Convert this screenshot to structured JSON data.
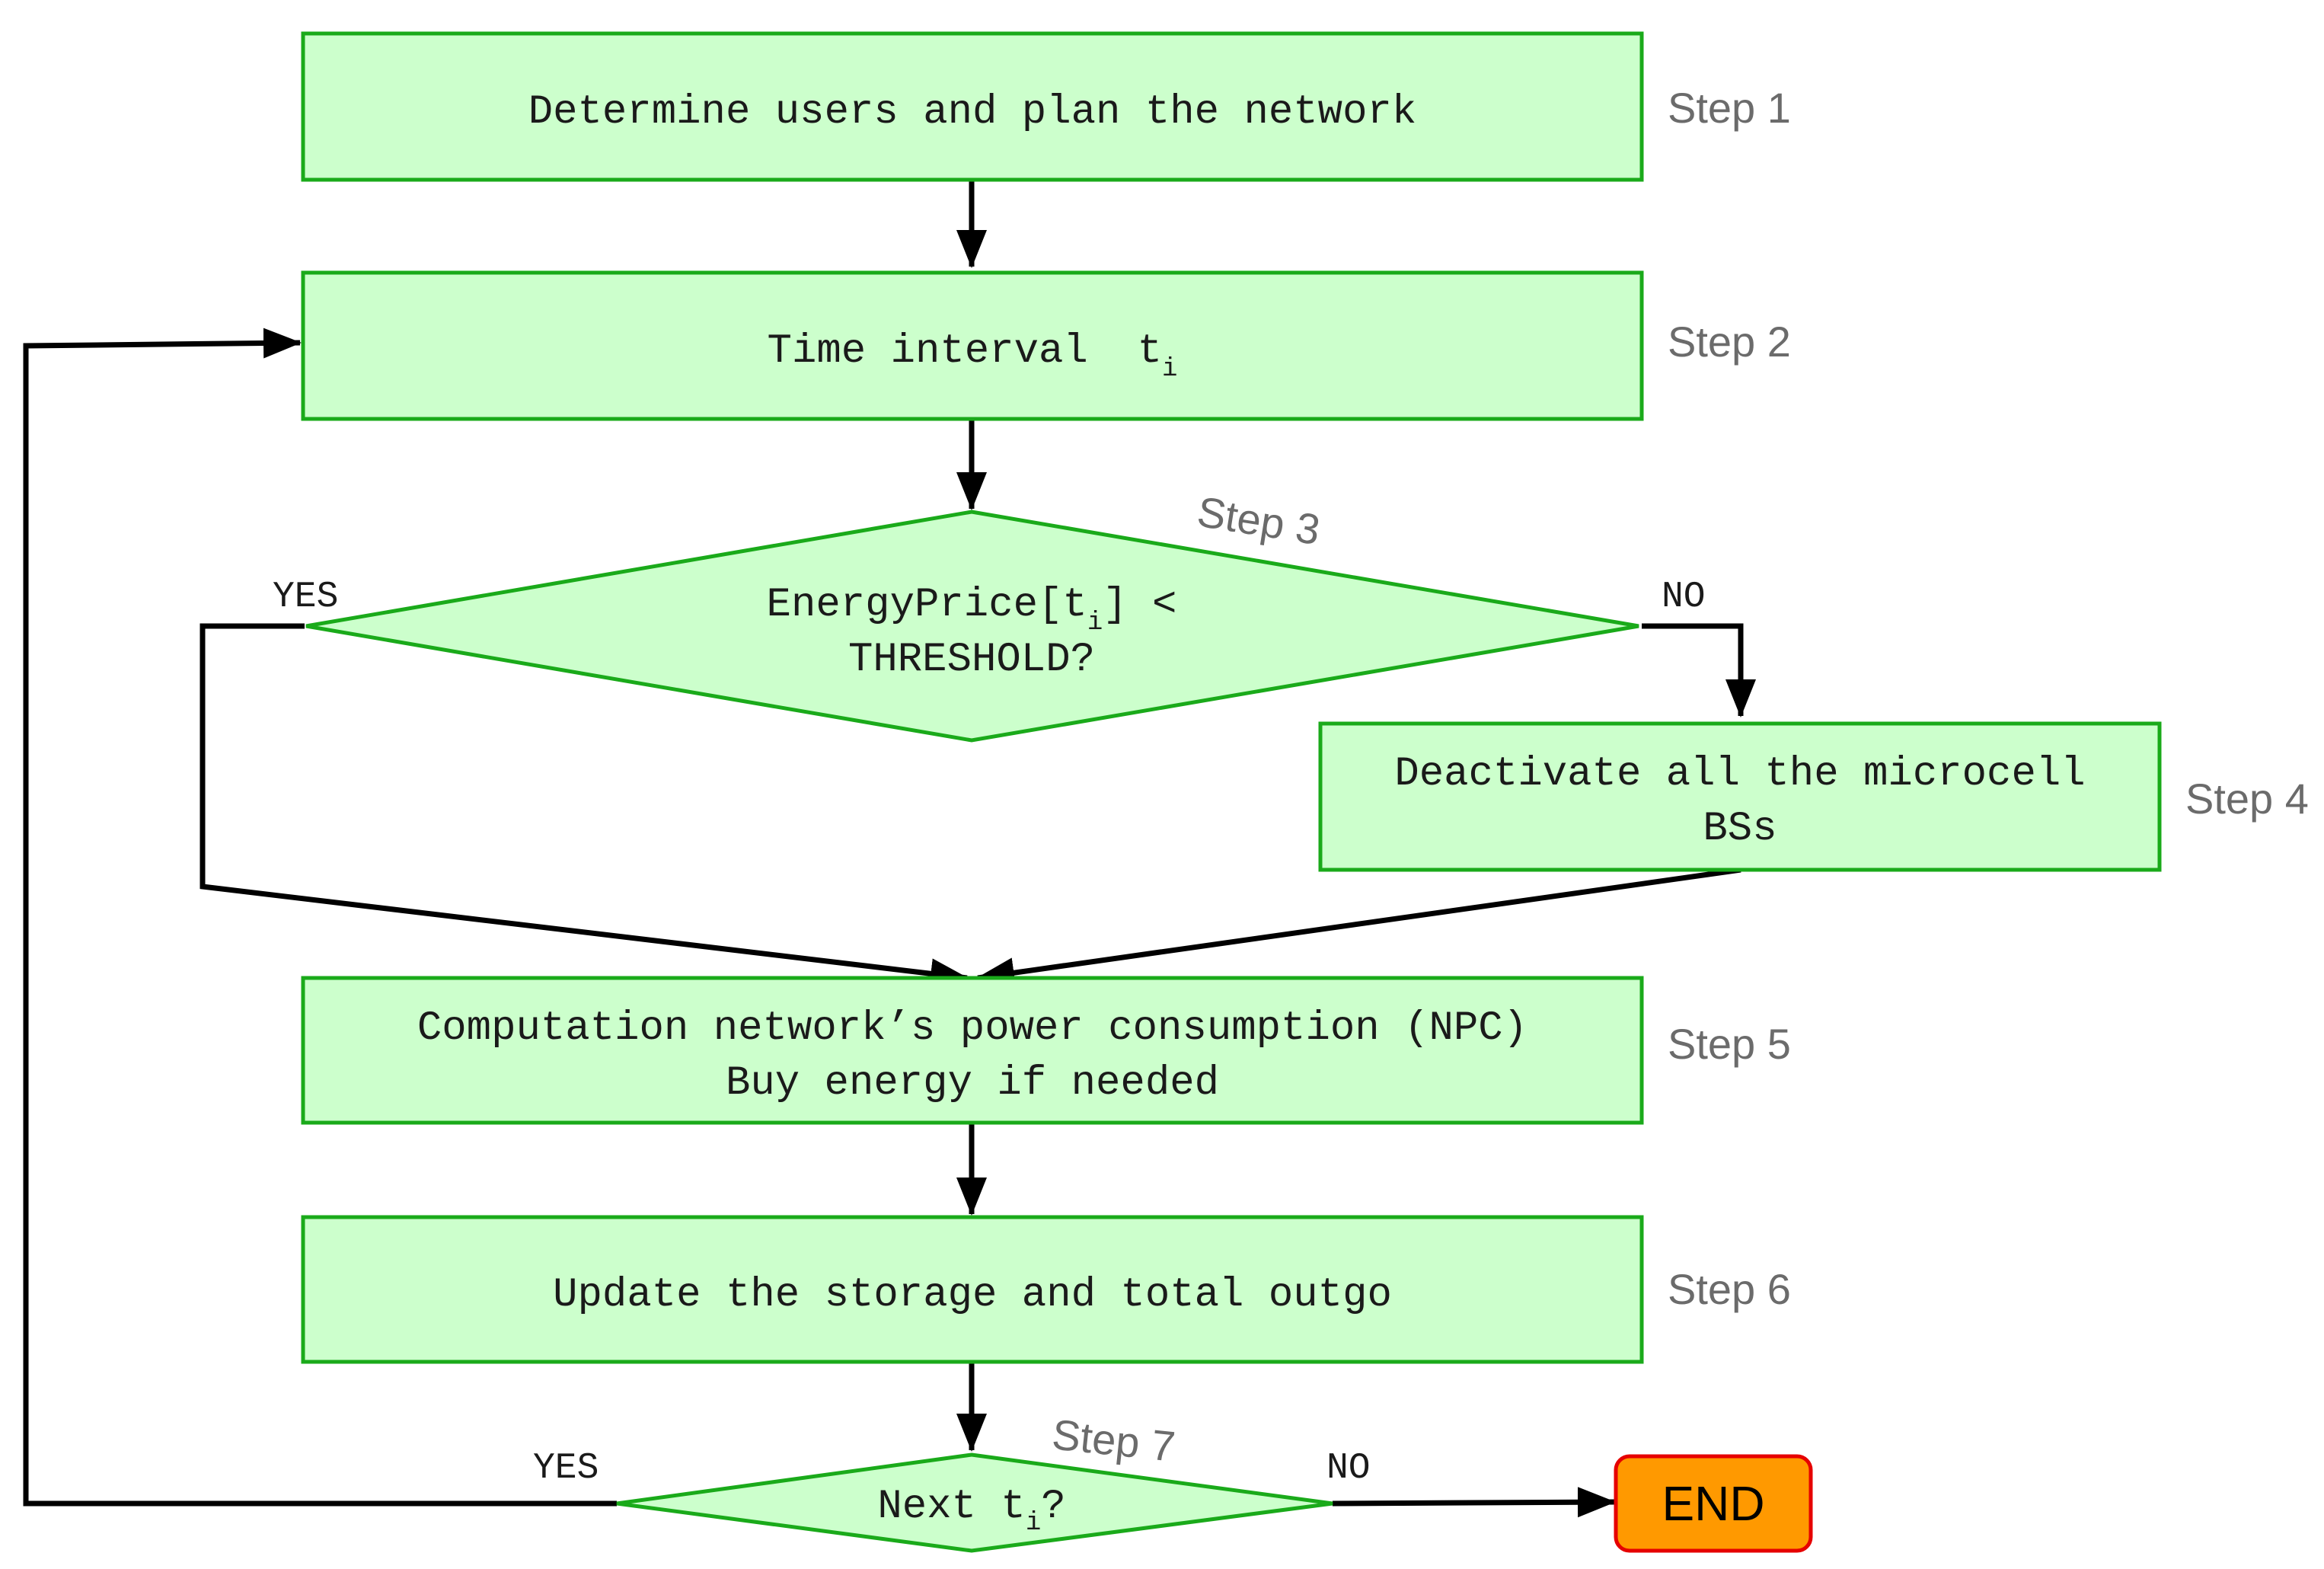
{
  "colors": {
    "box_fill": "#ccffcc",
    "box_stroke": "#1aaa1a",
    "end_fill": "#ff9900",
    "end_stroke": "#e60000",
    "edge": "#000000",
    "step_label": "#6b6b6b"
  },
  "nodes": {
    "step1": {
      "text": "Determine users and plan the network",
      "step": "Step 1"
    },
    "step2": {
      "text_main": "Time interval  t",
      "text_sub": "i",
      "step": "Step 2"
    },
    "step3": {
      "line1_pre": "EnergyPrice[t",
      "line1_sub": "i",
      "line1_post": "] <",
      "line2": "THRESHOLD?",
      "step": "Step 3",
      "yes": "YES",
      "no": "NO"
    },
    "step4": {
      "line1": "Deactivate all the microcell",
      "line2": "BSs",
      "step": "Step 4"
    },
    "step5": {
      "line1": "Computation network’s power consumption (NPC)",
      "line2": "Buy energy if needed",
      "step": "Step 5"
    },
    "step6": {
      "text": "Update the storage and total outgo",
      "step": "Step 6"
    },
    "step7": {
      "text_pre": "Next t",
      "text_sub": "i",
      "text_post": "?",
      "step": "Step 7",
      "yes": "YES",
      "no": "NO"
    },
    "end": {
      "text": "END"
    }
  }
}
